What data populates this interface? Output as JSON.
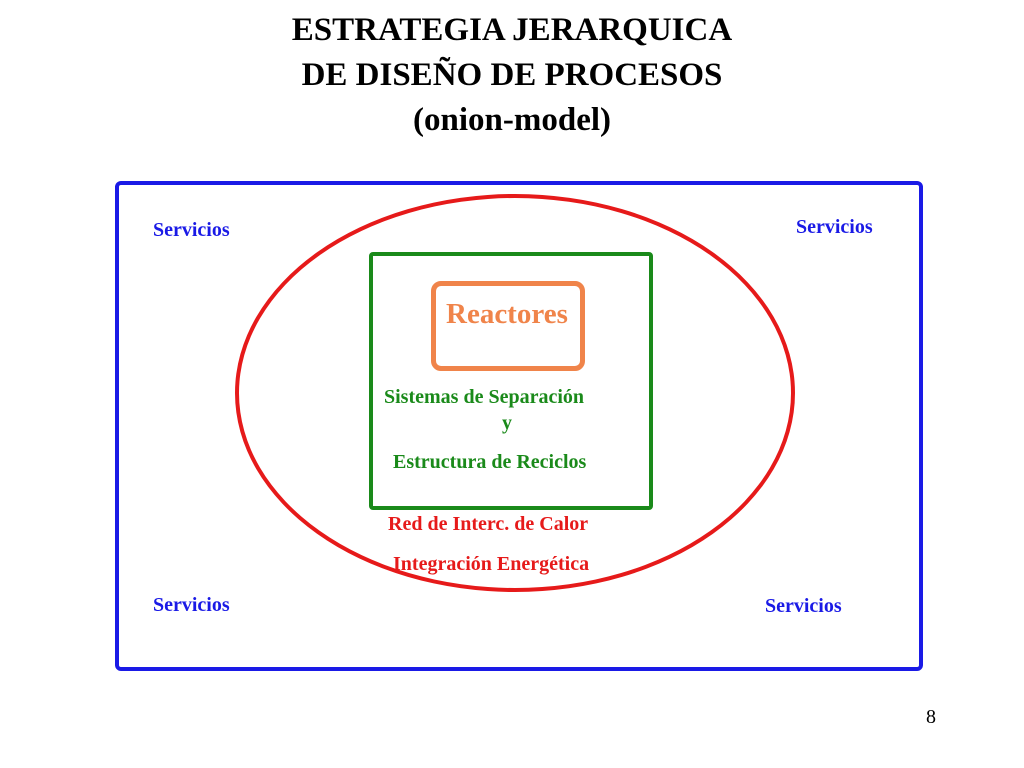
{
  "title": {
    "line1": "ESTRATEGIA JERARQUICA",
    "line2": "DE DISEÑO DE PROCESOS",
    "line3": "(onion-model)"
  },
  "layers": {
    "corner_labels": [
      "Servicios",
      "Servicios",
      "Servicios",
      "Servicios"
    ],
    "reactors": "Reactores",
    "separation_line1": "Sistemas de Separación",
    "separation_line2": "y",
    "recycle": "Estructura de Reciclos",
    "heat_exchange": "Red de Interc. de Calor",
    "energy_integration": "Integración Energética"
  },
  "colors": {
    "services": "#1a1ae6",
    "heat": "#e61a1a",
    "separation": "#1a8a1a",
    "reactors": "#f0844a"
  },
  "page_number": "8"
}
